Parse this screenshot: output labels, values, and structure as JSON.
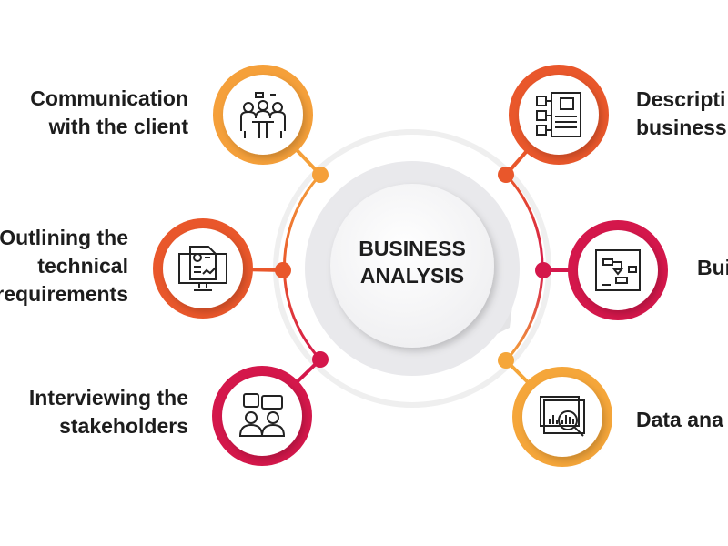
{
  "center": {
    "line1": "BUSINESS",
    "line2": "ANALYSIS"
  },
  "nodes": [
    {
      "id": "communication",
      "line1": "Communication",
      "line2": "with the client",
      "icon": "meeting-people-icon",
      "color": "#f5a03a"
    },
    {
      "id": "technical",
      "line1": "Outlining the",
      "line2": "technical",
      "line3": "requirements",
      "icon": "monitor-document-chart-icon",
      "color": "#e9572b"
    },
    {
      "id": "stakeholders",
      "line1": "Interviewing the",
      "line2": "stakeholders",
      "icon": "people-chat-icon",
      "color": "#d4174b"
    },
    {
      "id": "description",
      "line1": "Descripti",
      "line2": "business",
      "icon": "process-board-icon",
      "color": "#e9572b"
    },
    {
      "id": "build",
      "line1": "Bui",
      "icon": "flowchart-board-icon",
      "color": "#d4174b"
    },
    {
      "id": "data",
      "line1": "Data ana",
      "icon": "data-magnifier-icon",
      "color": "#f5a63a"
    }
  ]
}
